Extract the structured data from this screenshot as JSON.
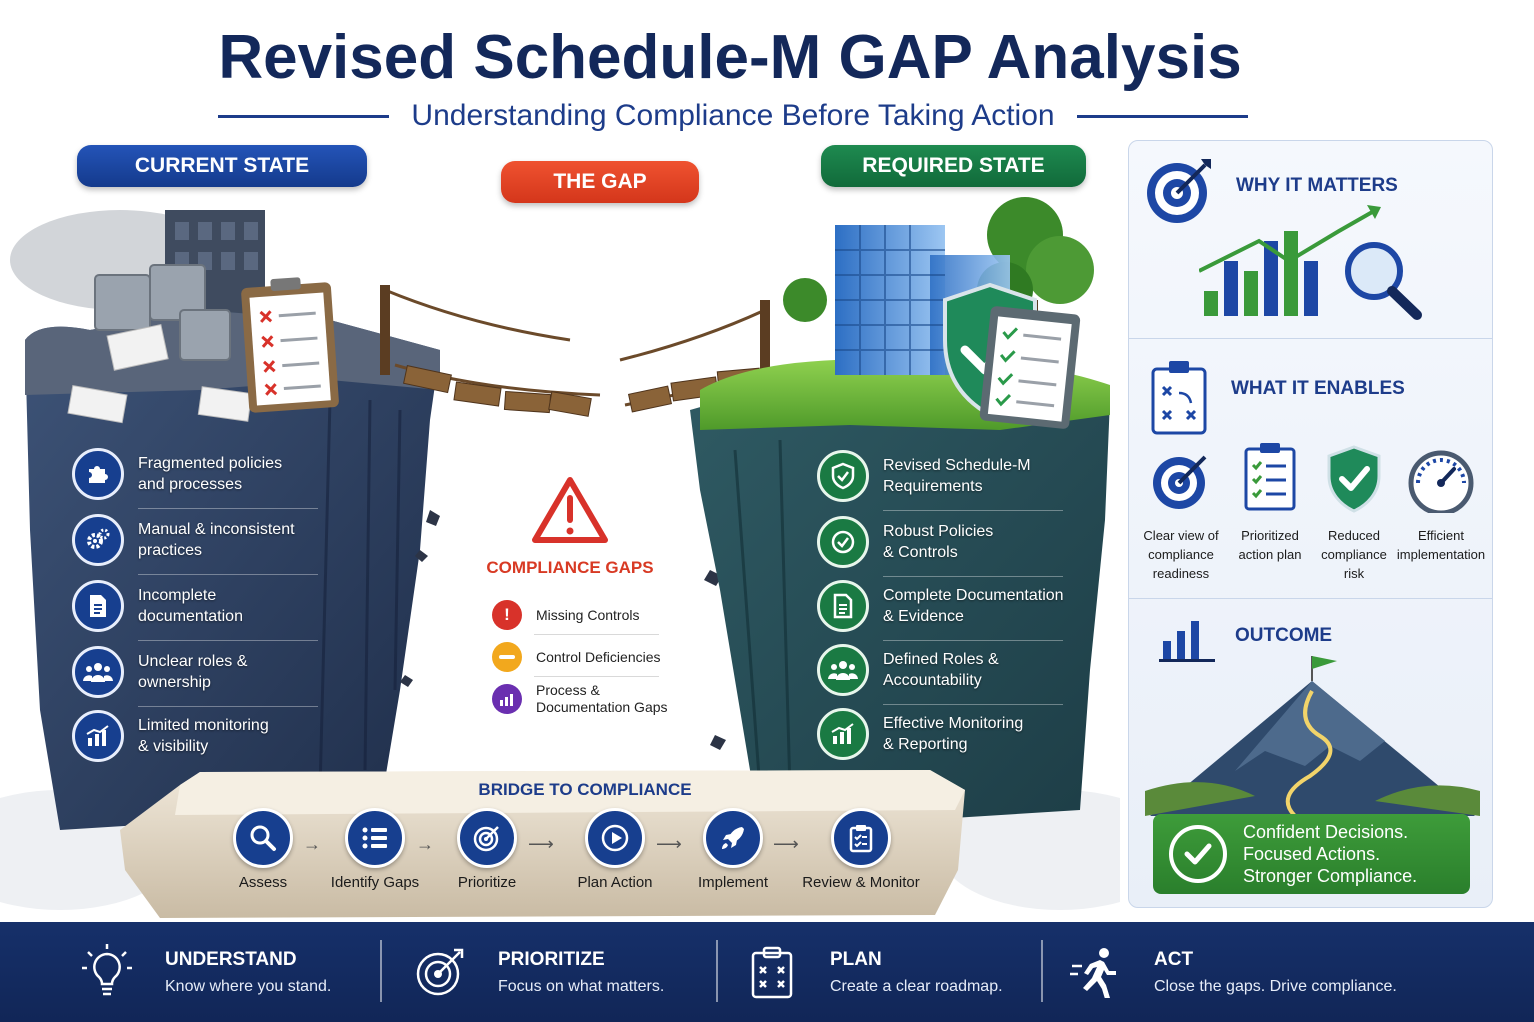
{
  "title": "Revised Schedule-M GAP Analysis",
  "subtitle": "Understanding Compliance Before Taking Action",
  "labels": {
    "current": "CURRENT STATE",
    "gap": "THE GAP",
    "required": "REQUIRED STATE"
  },
  "current_items": [
    {
      "line1": "Fragmented policies",
      "line2": "and processes",
      "icon": "puzzle-icon"
    },
    {
      "line1": "Manual & inconsistent",
      "line2": "practices",
      "icon": "gears-icon"
    },
    {
      "line1": "Incomplete",
      "line2": "documentation",
      "icon": "document-icon"
    },
    {
      "line1": "Unclear roles &",
      "line2": "ownership",
      "icon": "people-icon"
    },
    {
      "line1": "Limited monitoring",
      "line2": "& visibility",
      "icon": "chart-icon"
    }
  ],
  "required_items": [
    {
      "line1": "Revised Schedule-M",
      "line2": "Requirements",
      "icon": "shield-check-icon"
    },
    {
      "line1": "Robust Policies",
      "line2": "& Controls",
      "icon": "check-circle-icon"
    },
    {
      "line1": "Complete Documentation",
      "line2": "& Evidence",
      "icon": "document-icon"
    },
    {
      "line1": "Defined Roles &",
      "line2": "Accountability",
      "icon": "people-icon"
    },
    {
      "line1": "Effective Monitoring",
      "line2": "& Reporting",
      "icon": "chart-icon"
    }
  ],
  "gaps": {
    "title": "COMPLIANCE GAPS",
    "items": [
      {
        "line1": "Missing Controls",
        "line2": "",
        "color": "#d8322a",
        "icon": "exclamation-icon"
      },
      {
        "line1": "Control Deficiencies",
        "line2": "",
        "color": "#f2a81d",
        "icon": "minus-icon"
      },
      {
        "line1": "Process &",
        "line2": "Documentation Gaps",
        "color": "#6a2fb0",
        "icon": "bar-chart-icon"
      }
    ]
  },
  "bridge": {
    "title": "BRIDGE TO COMPLIANCE",
    "steps": [
      "Assess",
      "Identify Gaps",
      "Prioritize",
      "Plan Action",
      "Implement",
      "Review & Monitor"
    ]
  },
  "panel": {
    "why": "WHY IT MATTERS",
    "enables": "WHAT IT ENABLES",
    "enable_items": [
      {
        "line1": "Clear view of",
        "line2": "compliance",
        "line3": "readiness"
      },
      {
        "line1": "Prioritized",
        "line2": "action plan",
        "line3": ""
      },
      {
        "line1": "Reduced",
        "line2": "compliance",
        "line3": "risk"
      },
      {
        "line1": "Efficient",
        "line2": "implementation",
        "line3": ""
      }
    ],
    "outcome": "OUTCOME",
    "outcome_lines": [
      "Confident Decisions.",
      "Focused Actions.",
      "Stronger Compliance."
    ]
  },
  "footer": [
    {
      "head": "UNDERSTAND",
      "desc": "Know where you stand.",
      "icon": "lightbulb-icon"
    },
    {
      "head": "PRIORITIZE",
      "desc": "Focus on what matters.",
      "icon": "target-icon"
    },
    {
      "head": "PLAN",
      "desc": "Create a clear roadmap.",
      "icon": "clipboard-icon"
    },
    {
      "head": "ACT",
      "desc": "Close the gaps. Drive compliance.",
      "icon": "runner-icon"
    }
  ],
  "colors": {
    "navy": "#13285a",
    "blue": "#173f8f",
    "red": "#d83a24",
    "green": "#1a7a43"
  }
}
